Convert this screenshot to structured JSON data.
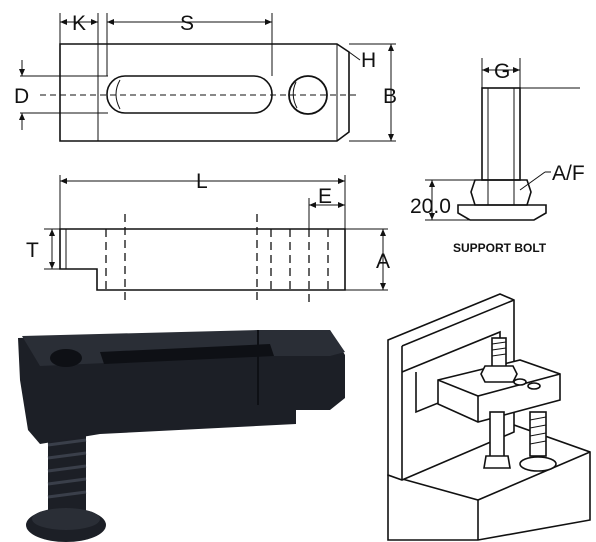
{
  "labels": {
    "K": "K",
    "S": "S",
    "H": "H",
    "D": "D",
    "B": "B",
    "G": "G",
    "AF": "A/F",
    "height_value": "20.0",
    "L": "L",
    "E": "E",
    "T": "T",
    "A": "A",
    "support_bolt_caption": "SUPPORT BOLT"
  },
  "colors": {
    "line": "#111111",
    "clamp_metal": "#1c1f26",
    "clamp_highlight": "#3a3f4a",
    "sketch_fill": "#ffffff",
    "sketch_shade": "#dcdcdc"
  }
}
